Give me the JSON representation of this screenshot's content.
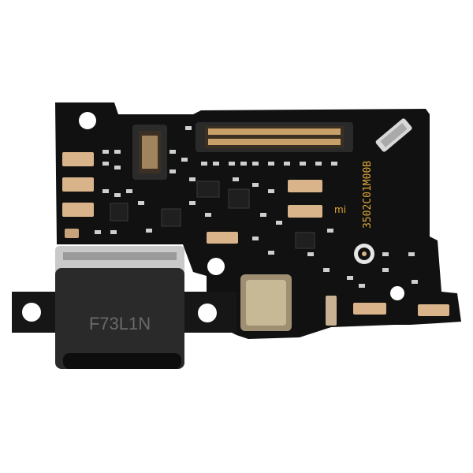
{
  "image": {
    "subject": "charging port flex board",
    "background_color": "#ffffff",
    "pcb_color": "#111111",
    "contact_color": "#d9b48a",
    "connector_color": "#2a2a2a",
    "shield_color": "#c9c9c9",
    "silkscreen_color": "#e0a83a"
  },
  "labels": {
    "usb_port_marking": "F73L1N",
    "board_code": "3502C01M00B",
    "brand_mark": "mi"
  }
}
